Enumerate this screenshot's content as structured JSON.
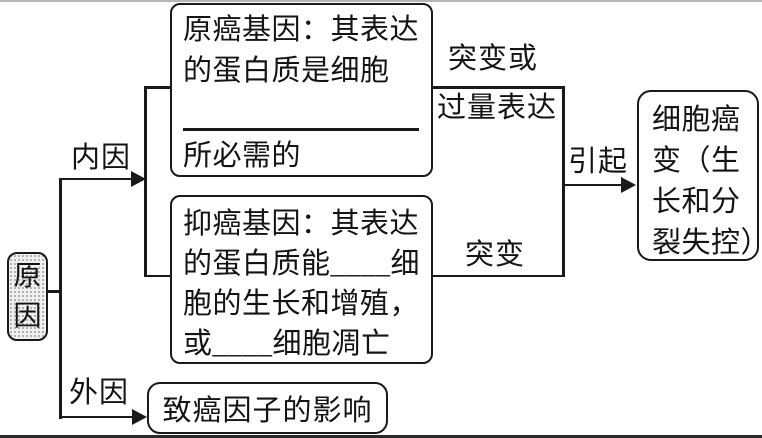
{
  "nodes": {
    "cause": {
      "lines": [
        "原",
        "因"
      ]
    },
    "proto_oncogene": {
      "lines": [
        "原癌基因：其表达",
        "的蛋白质是细胞",
        "所必需的"
      ],
      "has_blank_line": true
    },
    "tumor_suppressor": {
      "lines": [
        "抑癌基因：其表达",
        "的蛋白质能____细",
        "胞的生长和增殖，",
        "或____细胞凋亡"
      ]
    },
    "canceration": {
      "lines": [
        "细胞癌",
        "变（生",
        "长和分",
        "裂失控）"
      ]
    },
    "carcinogen": {
      "label": "致癌因子的影响"
    }
  },
  "edge_labels": {
    "internal": "内因",
    "external": "外因",
    "mutation_or": "突变或",
    "overexpression": "过量表达",
    "mutation": "突变",
    "induce": "引起"
  },
  "colors": {
    "line": "#1a1a1a",
    "background": "#ffffff",
    "cause_fill": "#efefef"
  }
}
